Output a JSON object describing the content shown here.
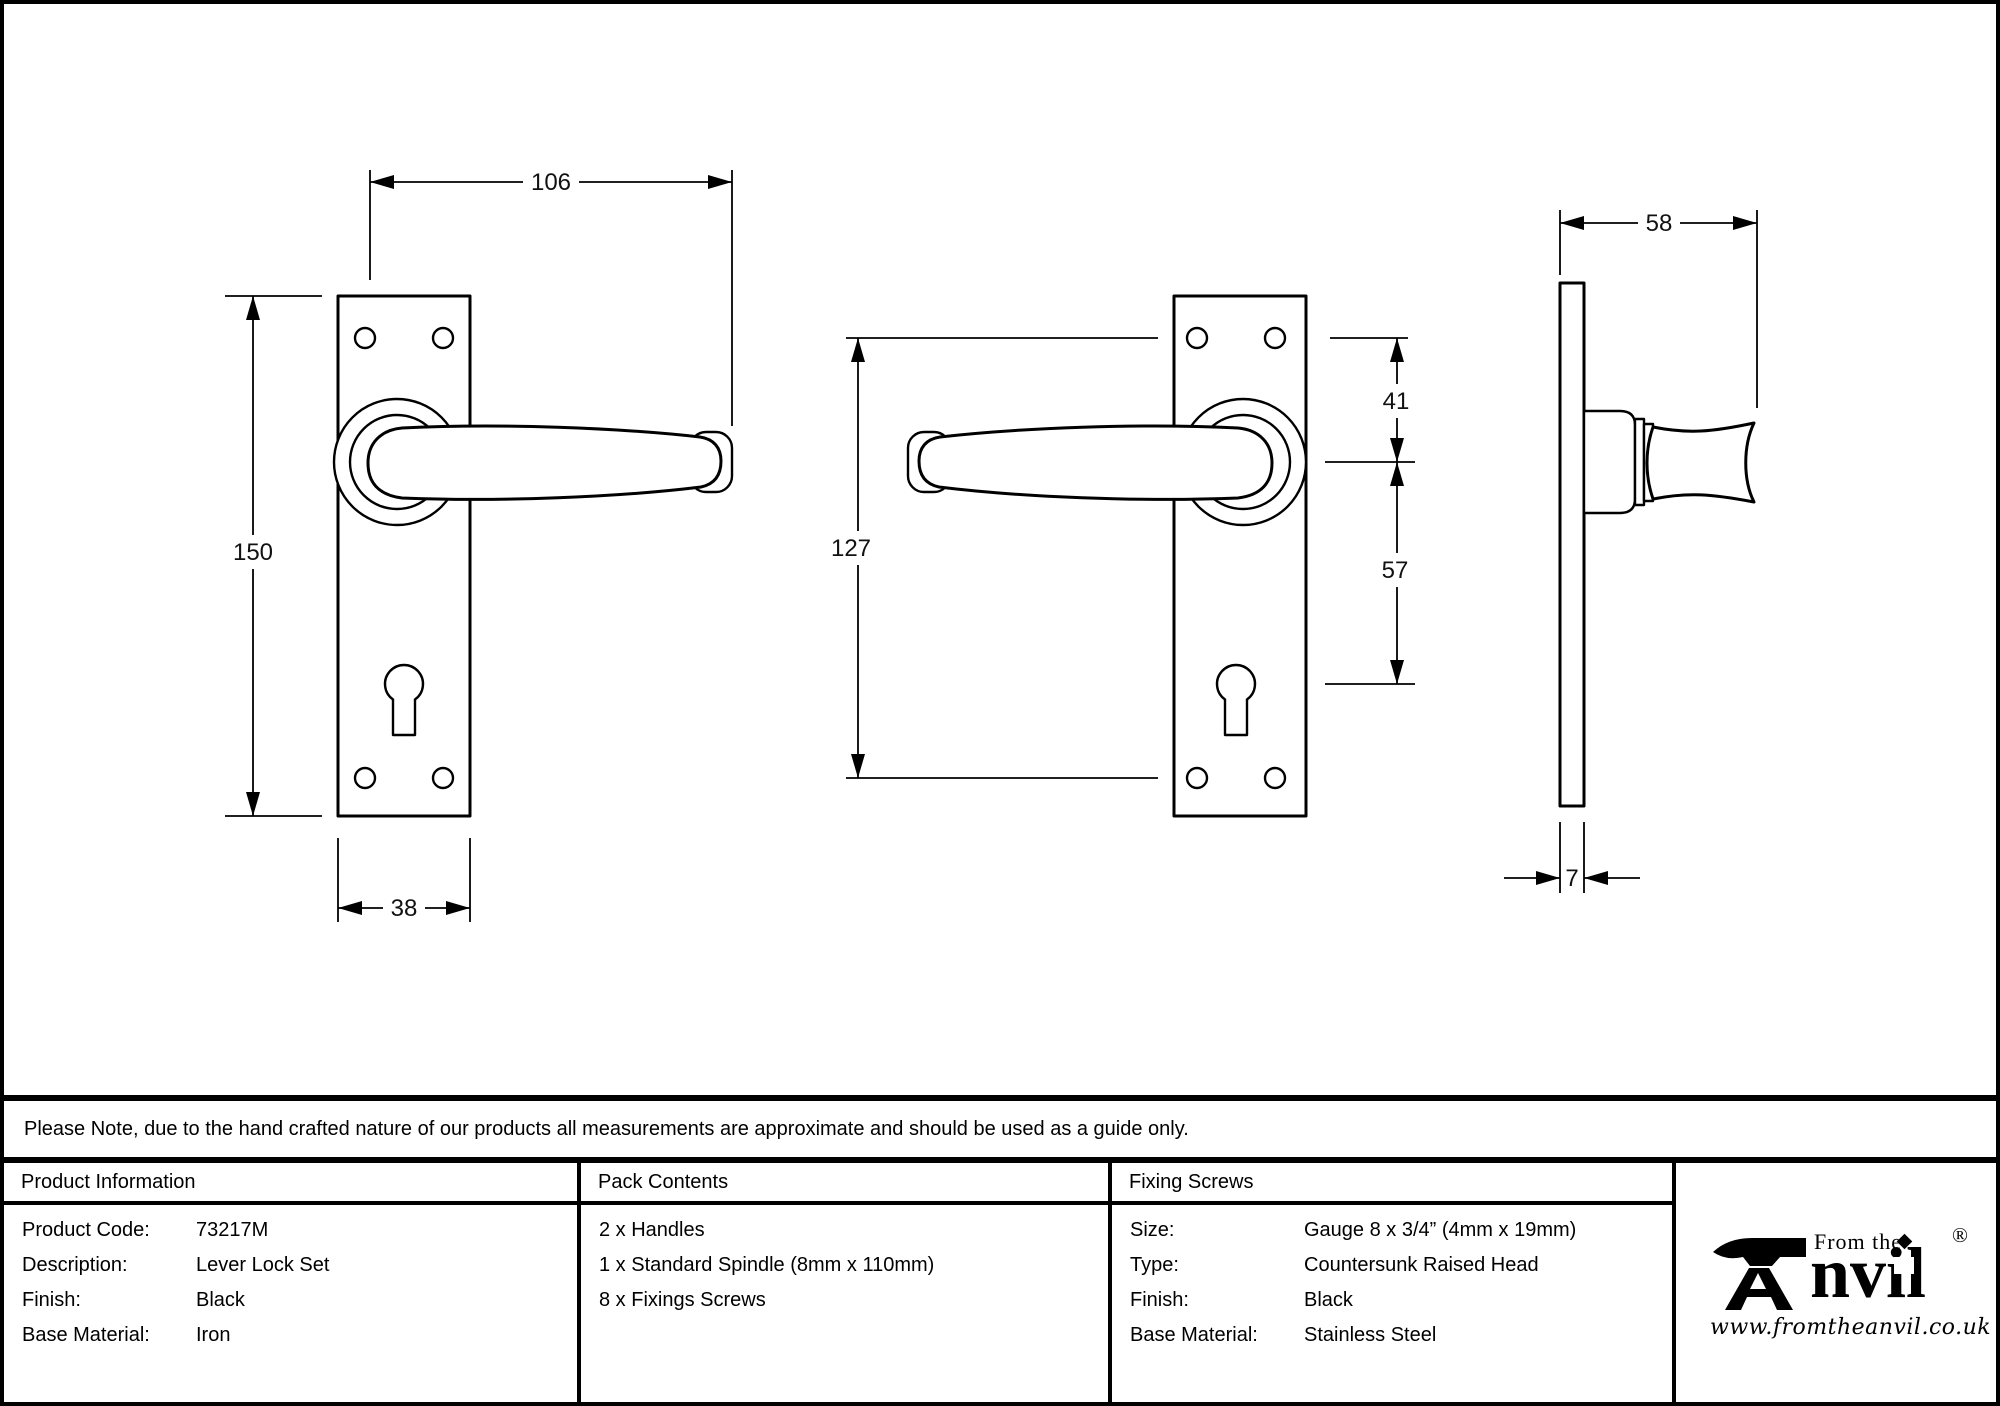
{
  "drawing": {
    "dims": {
      "lever_length": "106",
      "plate_height": "150",
      "plate_width": "38",
      "fixing_centres": "127",
      "top_to_centre": "41",
      "centre_to_keyhole": "57",
      "projection": "58",
      "plate_thickness": "7"
    }
  },
  "note": "Please Note, due to the hand crafted nature of our products all measurements are approximate and should be used as a guide only.",
  "table": {
    "product_information": {
      "title": "Product Information",
      "rows": [
        {
          "label": "Product Code:",
          "value": "73217M"
        },
        {
          "label": "Description:",
          "value": "Lever Lock Set"
        },
        {
          "label": "Finish:",
          "value": "Black"
        },
        {
          "label": "Base Material:",
          "value": "Iron"
        }
      ]
    },
    "pack_contents": {
      "title": "Pack Contents",
      "items": [
        "2 x Handles",
        "1 x Standard Spindle (8mm x 110mm)",
        "8 x Fixings Screws"
      ]
    },
    "fixing_screws": {
      "title": "Fixing Screws",
      "rows": [
        {
          "label": "Size:",
          "value": "Gauge 8 x 3/4” (4mm x 19mm)"
        },
        {
          "label": "Type:",
          "value": "Countersunk Raised Head"
        },
        {
          "label": "Finish:",
          "value": "Black"
        },
        {
          "label": "Base Material:",
          "value": "Stainless Steel"
        }
      ]
    }
  },
  "logo": {
    "prefix": "From the",
    "suffix": "nvil",
    "registered": "®",
    "url": "www.fromtheanvil.co.uk"
  },
  "colors": {
    "line": "#000000",
    "background": "#ffffff"
  }
}
